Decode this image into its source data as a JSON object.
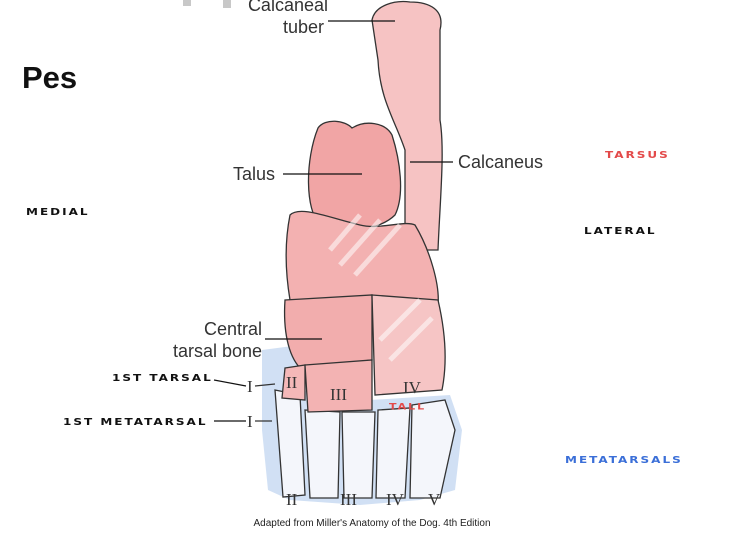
{
  "title": "Pes",
  "labels": {
    "calcaneal_tuber_line1": "Calcaneal",
    "calcaneal_tuber_line2": "tuber",
    "talus": "Talus",
    "calcaneus": "Calcaneus",
    "central_tarsal_line1": "Central",
    "central_tarsal_line2": "tarsal bone"
  },
  "handwritten": {
    "tarsus": "TARSUS",
    "medial": "MEDIAL",
    "lateral": "LATERAL",
    "first_tarsal": "1ST TARSAL",
    "first_metatarsal": "1ST METATARSAL",
    "tall": "TALL",
    "metatarsals": "METATARSALS"
  },
  "numerals": {
    "tarsal_I": "I",
    "tarsal_II": "II",
    "tarsal_III": "III",
    "tarsal_IV": "IV",
    "metatarsal_I": "I",
    "metatarsal_II": "II",
    "metatarsal_III": "III",
    "metatarsal_IV": "IV",
    "metatarsal_V": "V"
  },
  "credit": "Adapted from Miller's Anatomy of the Dog. 4th Edition",
  "colors": {
    "tarsus_highlight": "#f2a9a9",
    "metatarsal_highlight": "#c9daf2",
    "red_ink": "#e34a4a",
    "blue_ink": "#3b6fd8",
    "black_ink": "#111111"
  }
}
